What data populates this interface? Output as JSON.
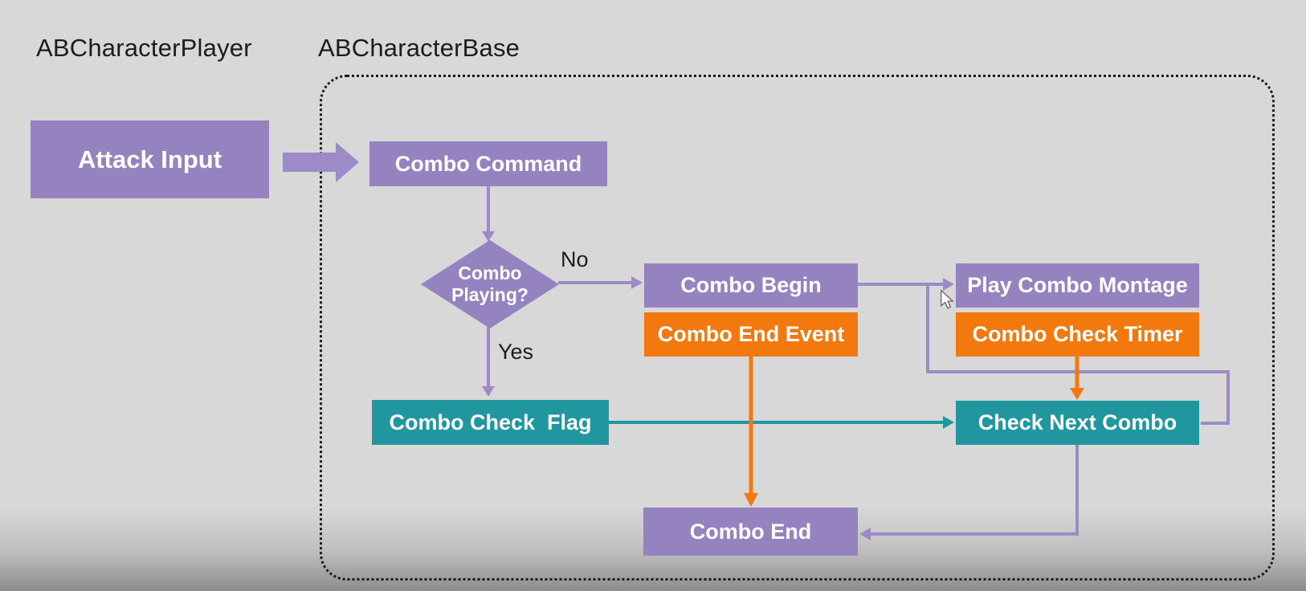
{
  "diagram": {
    "titles": {
      "player": "ABCharacterPlayer",
      "base": "ABCharacterBase"
    },
    "nodes": {
      "attack_input": {
        "label": "Attack Input",
        "type": "process"
      },
      "combo_command": {
        "label": "Combo Command",
        "type": "process"
      },
      "combo_playing": {
        "label": "Combo Playing?",
        "lines": [
          "Combo",
          "Playing?"
        ],
        "type": "decision"
      },
      "combo_begin": {
        "label": "Combo Begin",
        "type": "process"
      },
      "combo_end_event": {
        "label": "Combo End Event",
        "type": "event"
      },
      "play_combo_montage": {
        "label": "Play Combo Montage",
        "type": "process"
      },
      "combo_check_timer": {
        "label": "Combo Check Timer",
        "type": "event"
      },
      "combo_check_flag": {
        "label": "Combo Check  Flag",
        "type": "state"
      },
      "check_next_combo": {
        "label": "Check Next Combo",
        "type": "state"
      },
      "combo_end": {
        "label": "Combo End",
        "type": "process"
      }
    },
    "edge_labels": {
      "no": "No",
      "yes": "Yes"
    },
    "colors": {
      "purple": "#9583bf",
      "purple-line": "#9c8bc7",
      "orange": "#f3790f",
      "teal": "#20969f",
      "teal-line": "#1f97a0",
      "ink": "#1c1c1c",
      "bg": "#d8d8d8"
    }
  }
}
